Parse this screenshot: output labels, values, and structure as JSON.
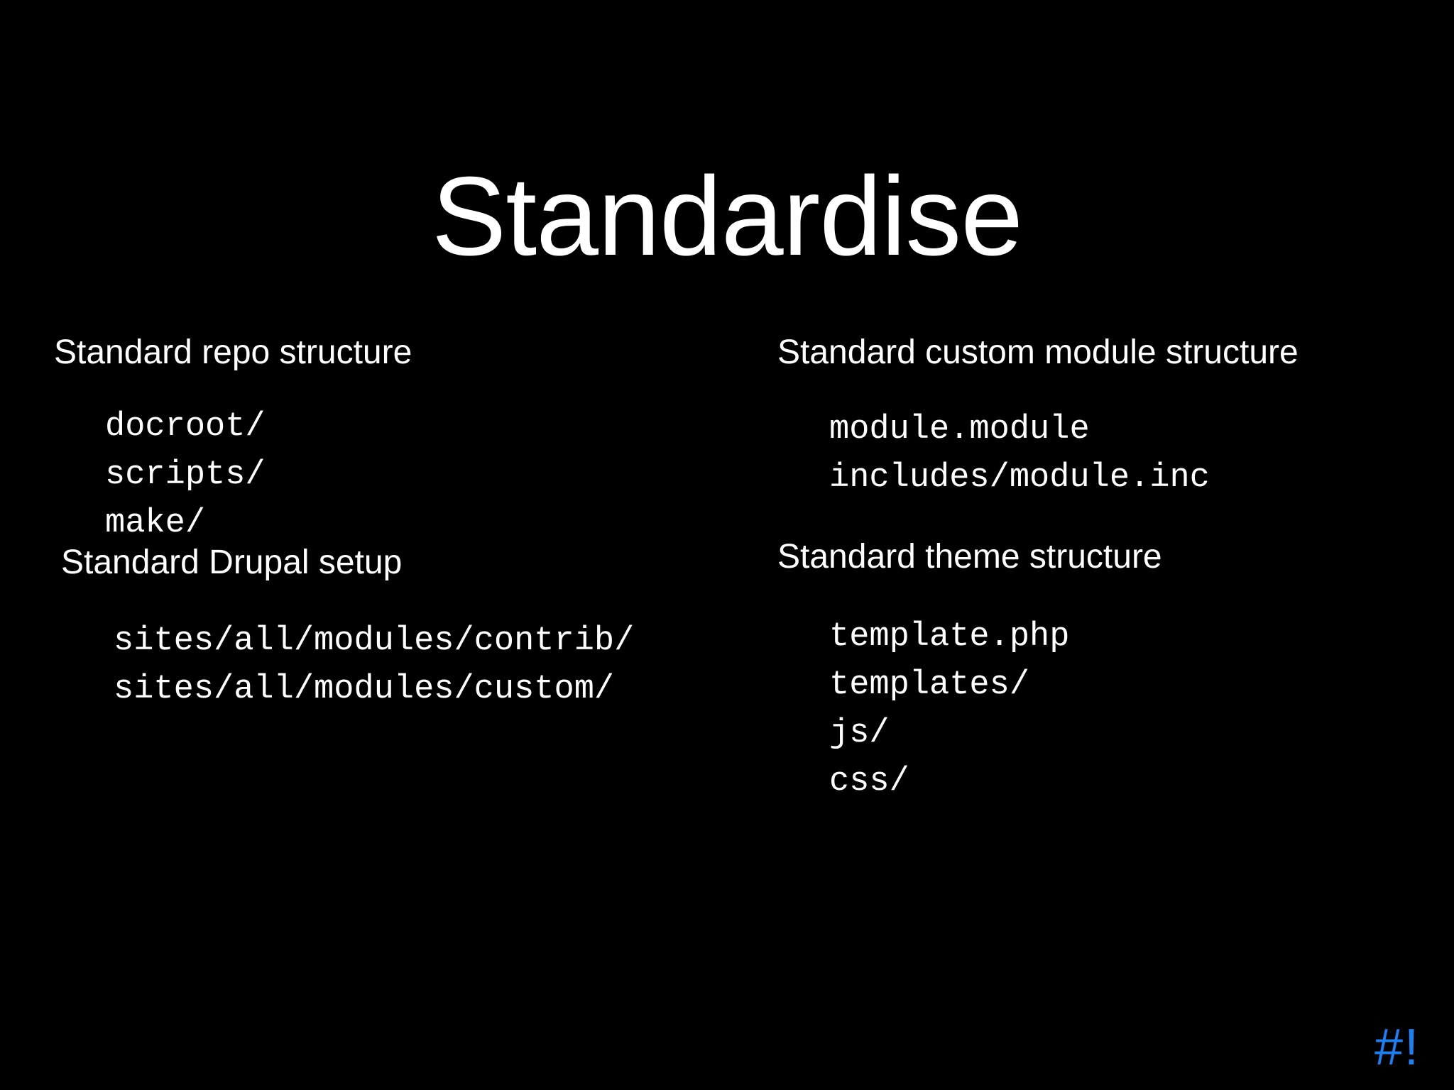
{
  "slide": {
    "background_color": "#000000",
    "text_color": "#ffffff",
    "title": "Standardise"
  },
  "columns": {
    "left": [
      {
        "heading": "Standard repo structure",
        "code_lines": [
          "docroot/",
          "scripts/",
          "make/"
        ]
      },
      {
        "heading": "Standard Drupal setup",
        "code_lines": [
          "sites/all/modules/contrib/",
          "sites/all/modules/custom/"
        ]
      }
    ],
    "right": [
      {
        "heading": "Standard custom module structure",
        "code_lines": [
          "module.module",
          "includes/module.inc"
        ]
      },
      {
        "heading": "Standard theme structure",
        "code_lines": [
          "template.php",
          "templates/",
          "js/",
          "css/"
        ]
      }
    ]
  },
  "logo": {
    "text": "#!",
    "color": "#1e7ff0"
  }
}
